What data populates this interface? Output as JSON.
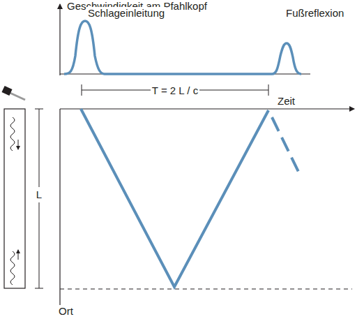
{
  "diagram": {
    "labels": [
      "Geschwindigkeit am Pfahlkopf",
      "Schlageinleitung",
      "Fußreflexion",
      "T = 2 L / c",
      "Zeit",
      "L",
      "Ort"
    ]
  }
}
